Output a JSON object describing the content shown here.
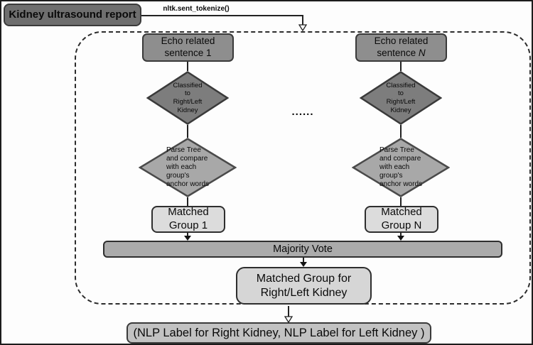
{
  "header": {
    "report_box": "Kidney ultrasound report",
    "tokenize_label": "nltk.sent_tokenize()"
  },
  "columns": [
    {
      "sentence_line1": "Echo related",
      "sentence_line2": "sentence ",
      "sentence_index": "1",
      "classify_diamond": "Classified\nto\nRight/Left\nKidney",
      "parse_diamond": "Parse Tree\nand compare\nwith each\ngroup's\nanchor words",
      "matched_group": "Matched\nGroup 1"
    },
    {
      "sentence_line1": "Echo related",
      "sentence_line2": "sentence ",
      "sentence_index": "N",
      "classify_diamond": "Classified\nto\nRight/Left\nKidney",
      "parse_diamond": "Parse Tree\nand compare\nwith each\ngroup's\nanchor words",
      "matched_group": "Matched\nGroup N"
    }
  ],
  "ellipsis": "......",
  "majority_vote": "Majority Vote",
  "final_group": "Matched Group for\nRight/Left Kidney",
  "output_box": "(NLP Label for Right Kidney, NLP Label for Left Kidney )",
  "colors": {
    "report_fill": "#6e6e6e",
    "echo_fill": "#8e8e8e",
    "classify_diamond_fill": "#7d7d7d",
    "parse_diamond_fill": "#a8a8a8",
    "matched_fill": "#dcdcdc",
    "majority_bar_fill": "#ababab",
    "final_fill": "#d6d6d6",
    "output_fill": "#c2c2c2"
  }
}
